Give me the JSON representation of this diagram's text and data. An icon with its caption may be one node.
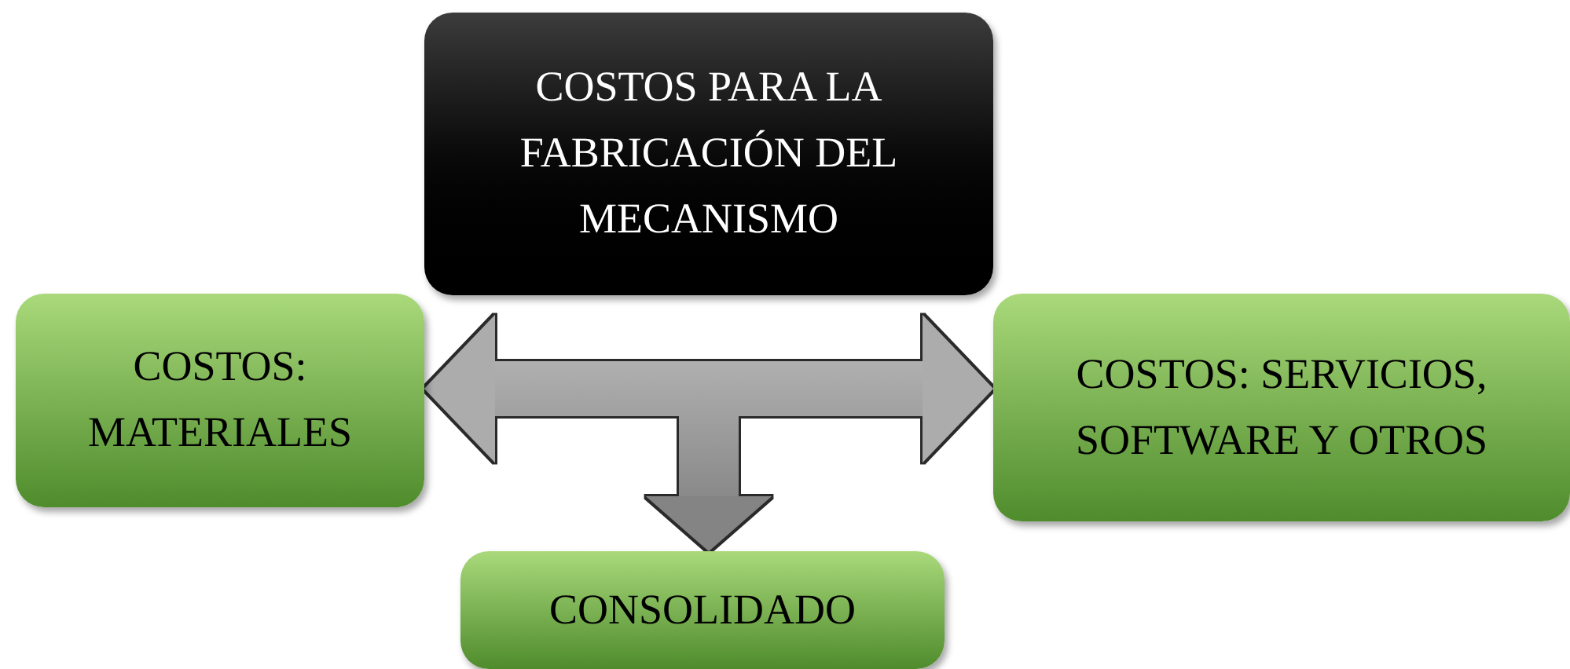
{
  "diagram": {
    "nodes": [
      {
        "text": [
          "COSTOS PARA LA FABRICACIÓN DEL MECANISMO"
        ]
      },
      {
        "text": [
          "COSTOS: MATERIALES"
        ]
      },
      {
        "text": [
          "COSTOS: SERVICIOS, SOFTWARE Y OTROS"
        ]
      },
      {
        "text": [
          "CONSOLIDADO"
        ]
      }
    ],
    "edges": [
      {
        "from": null,
        "to": 1,
        "arrow": "to"
      },
      {
        "from": null,
        "to": 2,
        "arrow": "to"
      },
      {
        "from": null,
        "to": 3,
        "arrow": "to"
      }
    ]
  }
}
